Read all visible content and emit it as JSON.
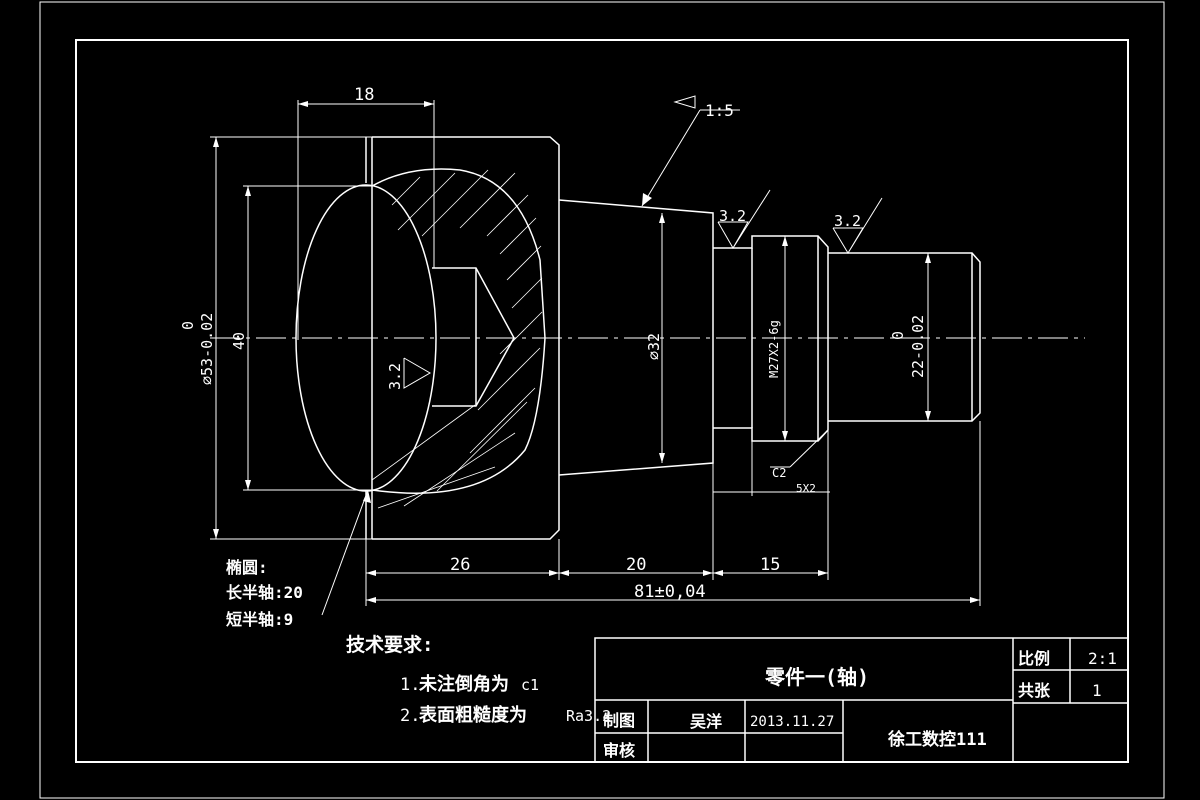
{
  "dims": {
    "d18": "18",
    "d53": "⌀53-0.02",
    "d53_upper": "0",
    "d40": "40",
    "d32": "⌀32",
    "thread": "M27X2-6g",
    "d22": "22-0.02",
    "d22_upper": "0",
    "d26": "26",
    "d20": "20",
    "d15": "15",
    "d81": "81±0,04",
    "chamfer": "C2",
    "groove": "5X2",
    "taper": "1:5"
  },
  "roughness": {
    "r1": "3.2",
    "r2": "3.2",
    "r3": "3.2"
  },
  "ellipse_note": {
    "title": "椭圆:",
    "major": "长半轴:20",
    "minor": "短半轴:9"
  },
  "tech_req": {
    "title": "技术要求:",
    "item1_num": "1.",
    "item1_cn": "未注倒角为",
    "item1_val": "c1",
    "item2_num": "2.",
    "item2_cn": "表面粗糙度为",
    "item2_val": "Ra3.2"
  },
  "title_block": {
    "part_name": "零件一(轴)",
    "scale_label": "比例",
    "scale_value": "2:1",
    "sheets_label": "共张",
    "sheets_value": "1",
    "drawn_label": "制图",
    "drawn_by": "吴洋",
    "date": "2013.11.27",
    "review_label": "审核",
    "organization": "徐工数控111"
  },
  "colors": {
    "background": "#000000",
    "lines": "#ffffff"
  }
}
